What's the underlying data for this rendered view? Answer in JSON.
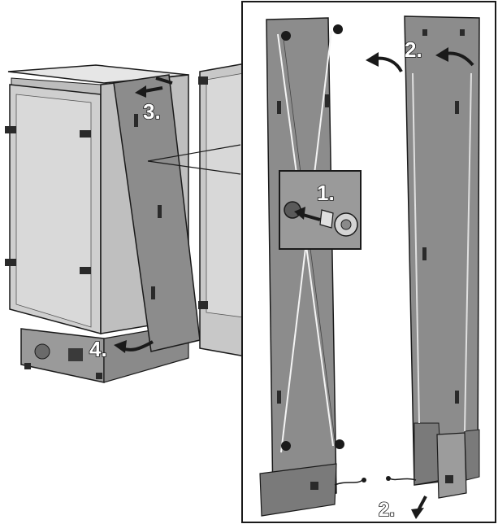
{
  "steps": {
    "step1": "1.",
    "step2_top": "2.",
    "step2_bottom": "2.",
    "step3": "3.",
    "step4": "4."
  },
  "colors": {
    "appliance_body": "#d8d8d8",
    "appliance_door": "#c4c4c4",
    "panel_fill": "#8c8c8c",
    "panel_dark": "#6f6f6f",
    "outline": "#1a1a1a",
    "detail_box": "#9a9a9a",
    "background": "#ffffff"
  }
}
